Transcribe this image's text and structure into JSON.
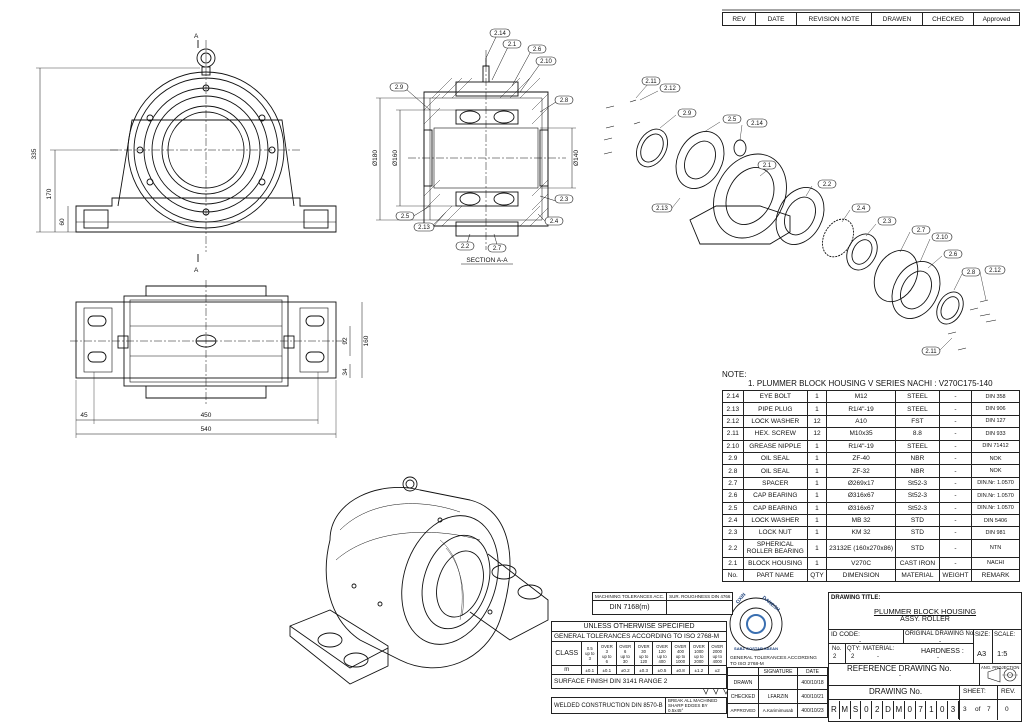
{
  "revision": {
    "headers": [
      "REV",
      "DATE",
      "REVISION NOTE",
      "DRAWEN",
      "CHECKED",
      "Approved"
    ]
  },
  "front_view": {
    "dims": {
      "d335": "335",
      "d170": "170",
      "d60": "60"
    },
    "section_label": "A"
  },
  "top_view": {
    "dims": {
      "d450": "450",
      "d540": "540",
      "d45": "45",
      "d92": "92",
      "d160": "160",
      "d34": "34"
    }
  },
  "section": {
    "title": "SECTION A-A",
    "dims": {
      "d180": "Ø180",
      "d160": "Ø160",
      "d140": "Ø140"
    },
    "callouts": [
      "2.14",
      "2.1",
      "2.6",
      "2.10",
      "2.9",
      "2.8",
      "2.3",
      "2.4",
      "2.5",
      "2.13",
      "2.2",
      "2.7"
    ]
  },
  "exploded": {
    "callouts": [
      "2.11",
      "2.12",
      "2.9",
      "2.5",
      "2.14",
      "2.1",
      "2.2",
      "2.4",
      "2.3",
      "2.7",
      "2.10",
      "2.6",
      "2.8",
      "2.12",
      "2.13",
      "2.11"
    ]
  },
  "note": {
    "label": "NOTE:",
    "text": "1. PLUMMER BLOCK HOUSING V SERIES NACHI : V270C175-140"
  },
  "parts": {
    "headers": [
      "No.",
      "PART NAME",
      "QTY",
      "DIMENSION",
      "MATERIAL",
      "WEIGHT",
      "REMARK"
    ],
    "rows": [
      [
        "2.14",
        "EYE BOLT",
        "1",
        "M12",
        "STEEL",
        "-",
        "DIN 358"
      ],
      [
        "2.13",
        "PIPE PLUG",
        "1",
        "R1/4\"-19",
        "STEEL",
        "-",
        "DIN 906"
      ],
      [
        "2.12",
        "LOCK WASHER",
        "12",
        "A10",
        "FST",
        "-",
        "DIN 127"
      ],
      [
        "2.11",
        "HEX. SCREW",
        "12",
        "M10x35",
        "8.8",
        "-",
        "DIN 933"
      ],
      [
        "2.10",
        "GREASE NIPPLE",
        "1",
        "R1/4\"-19",
        "STEEL",
        "-",
        "DIN 71412"
      ],
      [
        "2.9",
        "OIL SEAL",
        "1",
        "ZF-40",
        "NBR",
        "-",
        "NOK"
      ],
      [
        "2.8",
        "OIL SEAL",
        "1",
        "ZF-32",
        "NBR",
        "-",
        "NOK"
      ],
      [
        "2.7",
        "SPACER",
        "1",
        "Ø269x17",
        "St52-3",
        "-",
        "DIN.Nr: 1.0570"
      ],
      [
        "2.6",
        "CAP BEARING",
        "1",
        "Ø316x67",
        "St52-3",
        "-",
        "DIN.Nr: 1.0570"
      ],
      [
        "2.5",
        "CAP BEARING",
        "1",
        "Ø316x67",
        "St52-3",
        "-",
        "DIN.Nr: 1.0570"
      ],
      [
        "2.4",
        "LOCK WASHER",
        "1",
        "MB 32",
        "STD",
        "-",
        "DIN 5406"
      ],
      [
        "2.3",
        "LOCK NUT",
        "1",
        "KM 32",
        "STD",
        "-",
        "DIN 981"
      ],
      [
        "2.2",
        "SPHERICAL ROLLER BEARING",
        "1",
        "23132E (160x270x86)",
        "STD",
        "-",
        "NTN"
      ],
      [
        "2.1",
        "BLOCK HOUSING",
        "1",
        "V270C",
        "CAST IRON",
        "-",
        "NACHI"
      ]
    ]
  },
  "tolerance": {
    "machining_label": "MACHINING TOLERANCES ACC.",
    "machining_value": "DIN 7168(m)",
    "roughness_label": "SUR. ROUGHNESS DIN 4766",
    "unless": "UNLESS OTHERWISE SPECIFIED",
    "general": "GENERAL TOLERANCES ACCORDING TO ISO 2768-M",
    "class_label": "CLASS",
    "range_headers": [
      [
        "0.5",
        "up to",
        "3"
      ],
      [
        "OVER",
        "3",
        "up to",
        "6"
      ],
      [
        "OVER",
        "6",
        "up to",
        "30"
      ],
      [
        "OVER",
        "30",
        "up to",
        "120"
      ],
      [
        "OVER",
        "120",
        "up to",
        "400"
      ],
      [
        "OVER",
        "400",
        "up to",
        "1000"
      ],
      [
        "OVER",
        "1000",
        "up to",
        "2000"
      ],
      [
        "OVER",
        "2000",
        "up to",
        "4000"
      ]
    ],
    "class_m": "m",
    "m_values": [
      "±0.1",
      "±0.1",
      "±0.2",
      "±0.3",
      "±0.5",
      "±0.8",
      "±1.2",
      "±2"
    ],
    "surface": "SURFACE FINISH DIN 3141 RANGE 2",
    "welded": "WELDED CONSTRUCTION DIN 8570-B",
    "break_edges": "BREAK ALL MACHINED SHARP EDGES BY 0.5x45°"
  },
  "logo": {
    "left": "OXIN",
    "right": "DANESH",
    "bottom": "SABZ GOSTAR SAEAN",
    "caption": "GENERAL TOLERANCES ACCORDING TO ISO 2768-M"
  },
  "signatures": {
    "header_sign": "SIGNATURE",
    "header_date": "DATE",
    "rows": [
      {
        "role": "DRAWN",
        "name": "",
        "date": "400/10/18"
      },
      {
        "role": "CHECKED",
        "name": "LFARZIN",
        "date": "400/10/21"
      },
      {
        "role": "APPROVED",
        "name": "A.Karimimusab",
        "date": "400/10/23"
      }
    ]
  },
  "title_block": {
    "drawing_title_label": "DRAWING TITLE:",
    "title": "PLUMMER BLOCK HOUSING",
    "subtitle": "ASSY. ROLLER",
    "id_code_label": "ID CODE:",
    "id_code_value": "-",
    "original_label": "ORIGINAL DRAWING No.",
    "original_value": "-",
    "size_label": "SIZE:",
    "size_value": "A3",
    "scale_label": "SCALE:",
    "scale_value": "1:5",
    "no_label": "No.",
    "no_value": "2",
    "qty_label": "QTY:",
    "qty_value": "2",
    "material_label": "MATERIAL:",
    "material_value": "-",
    "hardness_label": "HARDNESS :",
    "hardness_value": "-",
    "reference_label": "REFERENCE DRAWING No.",
    "reference_value": "-",
    "drawing_no_label": "DRAWING No.",
    "drawing_no_chars": [
      "R",
      "M",
      "S",
      "0",
      "2",
      "D",
      "M",
      "0",
      "7",
      "1",
      "0",
      "3"
    ],
    "sheet_label": "SHEET:",
    "sheet_value": "3",
    "sheet_of": "of",
    "sheet_total": "7",
    "rev_label": "REV.",
    "rev_value": "0",
    "projection_label": "ANG. PROJECTION"
  }
}
